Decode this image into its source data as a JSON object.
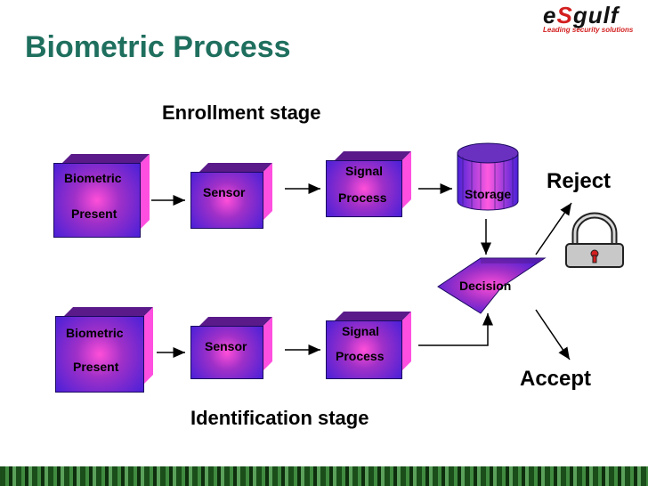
{
  "title": "Biometric Process",
  "logo": {
    "brand_prefix": "e",
    "brand_s": "S",
    "brand_suffix": "gulf",
    "tagline": "Leading security solutions"
  },
  "stages": {
    "enrollment": "Enrollment stage",
    "identification": "Identification stage"
  },
  "enroll": {
    "biometric_line1": "Biometric",
    "biometric_line2": "Present",
    "sensor": "Sensor",
    "signal_line1": "Signal",
    "signal_line2": "Process",
    "storage": "Storage"
  },
  "ident": {
    "biometric_line1": "Biometric",
    "biometric_line2": "Present",
    "sensor": "Sensor",
    "signal_line1": "Signal",
    "signal_line2": "Process"
  },
  "decision": "Decision",
  "outcomes": {
    "reject": "Reject",
    "accept": "Accept"
  },
  "icons": {
    "lock": "padlock-icon"
  },
  "colors": {
    "title": "#1f6f5e",
    "box_core": "#ff4fd8",
    "box_edge": "#4a20d8",
    "logo_red": "#d31f1f"
  }
}
